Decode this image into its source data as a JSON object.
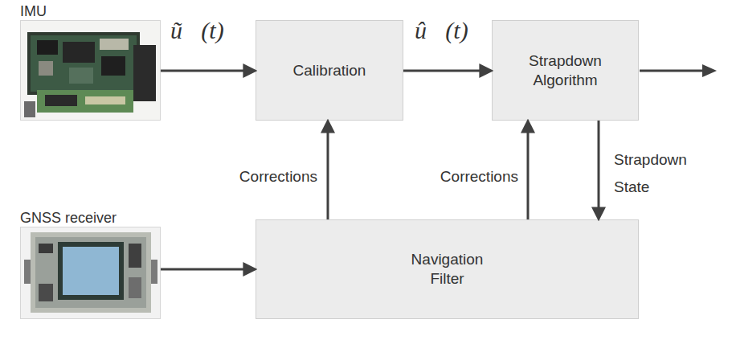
{
  "diagram": {
    "nodes": [
      {
        "text": [
          "IMU"
        ]
      },
      {
        "text": [
          "Calibration"
        ]
      },
      {
        "text": [
          "Strapdown Algorithm"
        ]
      },
      {
        "text": [
          "GNSS receiver"
        ]
      },
      {
        "text": [
          "Navigation Filter"
        ]
      }
    ],
    "edges": [
      {
        "from": 0,
        "to": 1,
        "label": "ũ⃗(t)",
        "arrow": "to"
      },
      {
        "from": 1,
        "to": 2,
        "label": "û⃗(t)",
        "arrow": "to"
      },
      {
        "from": 2,
        "to": 4,
        "label": "Strapdown State",
        "arrow": "to"
      },
      {
        "from": 4,
        "to": 1,
        "label": "Corrections",
        "arrow": "to"
      },
      {
        "from": 4,
        "to": 2,
        "label": "Corrections",
        "arrow": "to"
      },
      {
        "from": 3,
        "to": 4,
        "arrow": "to"
      }
    ]
  }
}
